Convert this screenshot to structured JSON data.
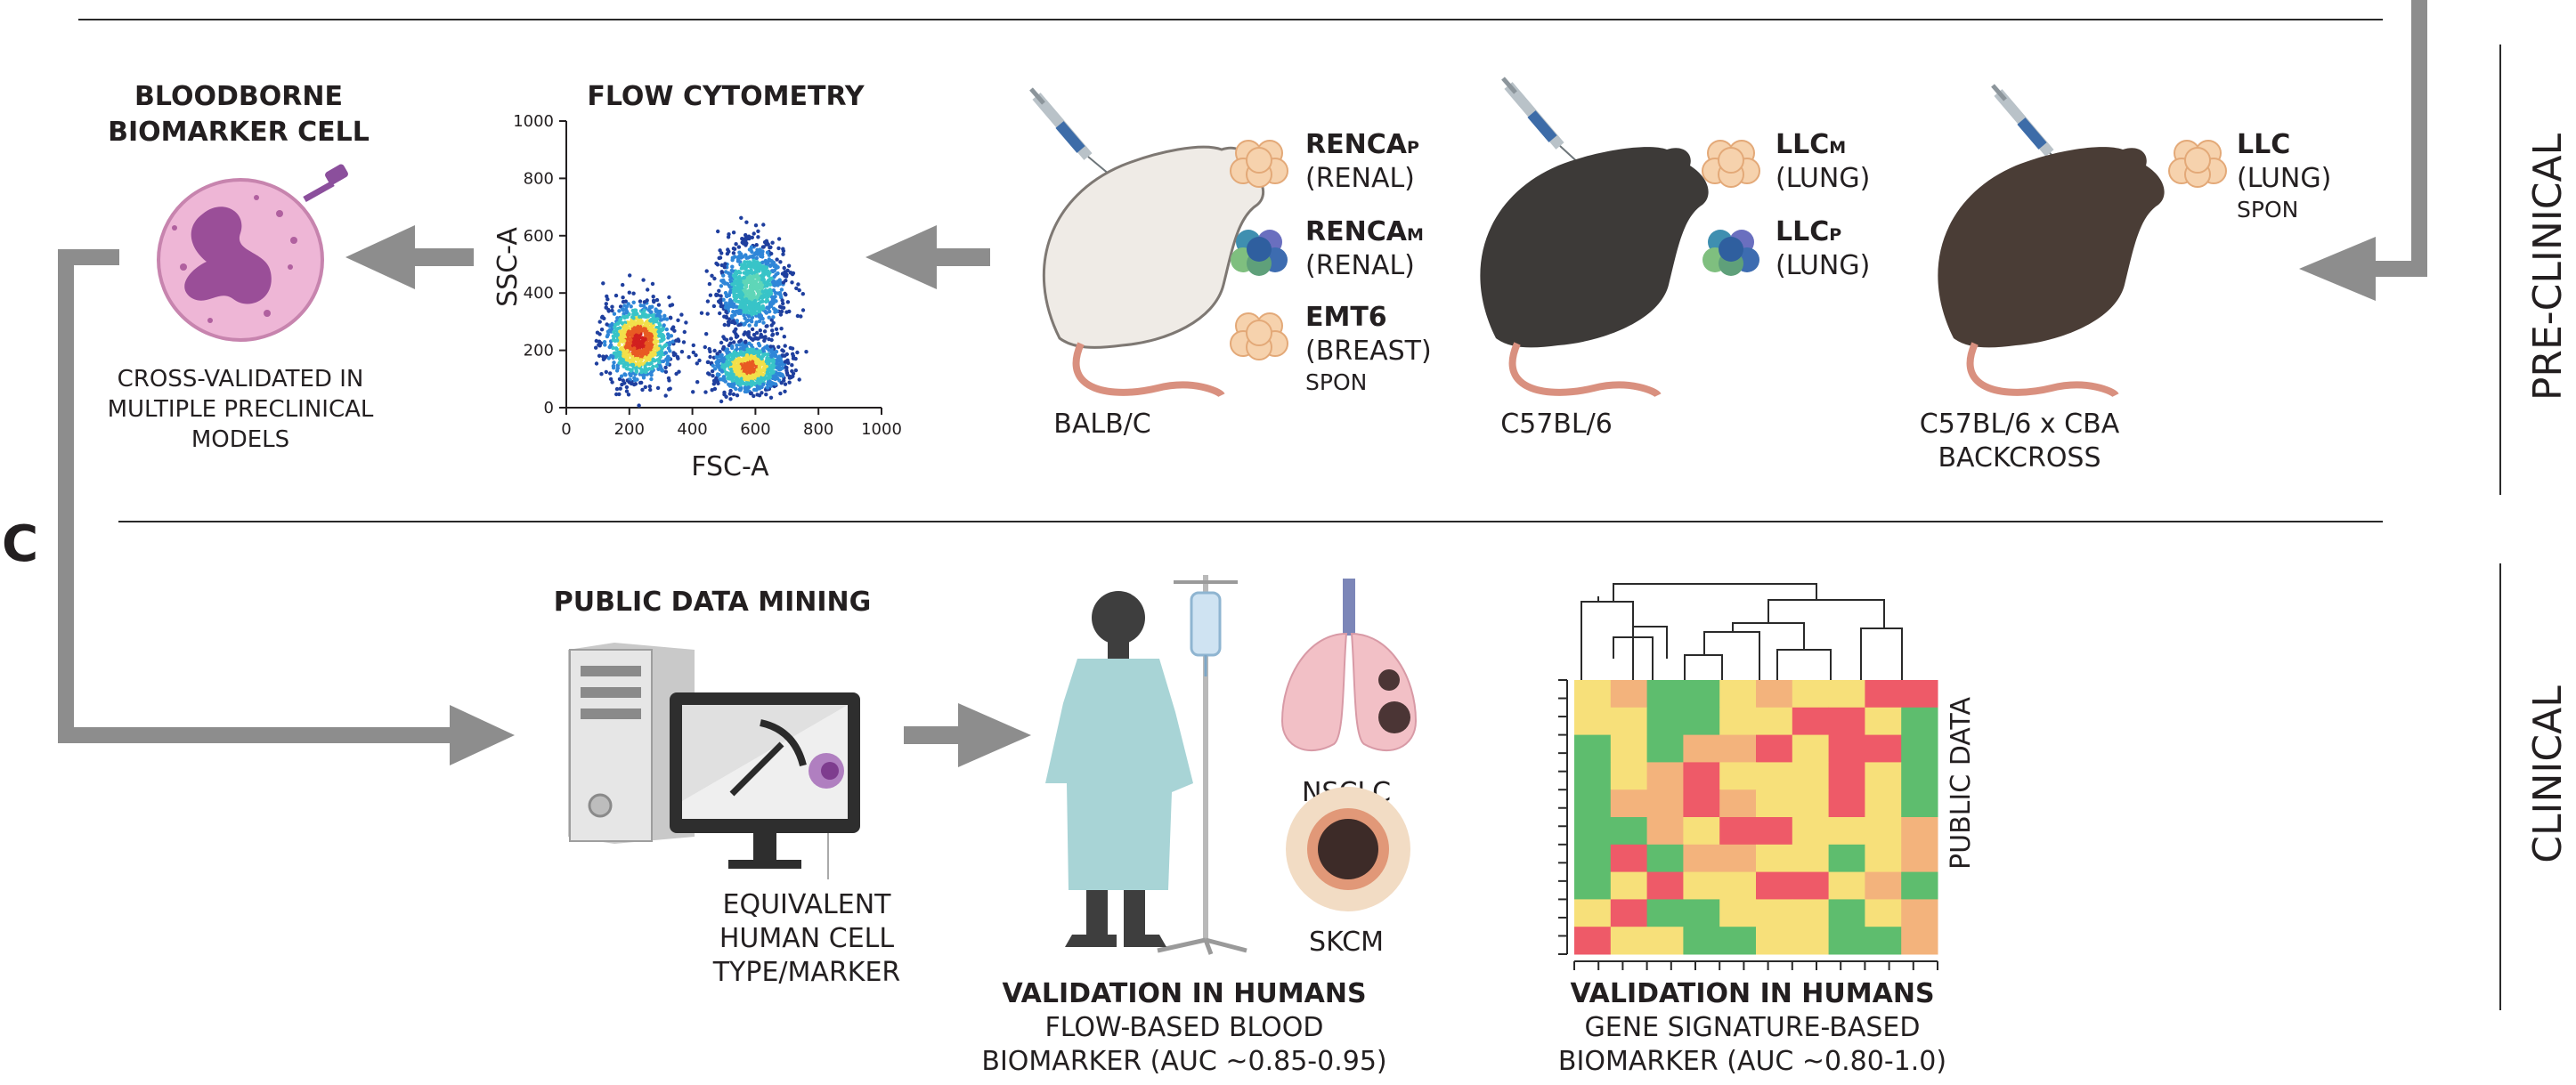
{
  "panel_letter": "C",
  "side_labels": {
    "preclinical": "PRE-CLINICAL",
    "clinical": "CLINICAL"
  },
  "biomarker": {
    "title_line1": "BLOODBORNE",
    "title_line2": "BIOMARKER CELL",
    "caption_line1": "CROSS-VALIDATED IN",
    "caption_line2": "MULTIPLE PRECLINICAL",
    "caption_line3": "MODELS"
  },
  "flow": {
    "title": "FLOW CYTOMETRY",
    "xlabel": "FSC-A",
    "ylabel": "SSC-A",
    "xticks": [
      "0",
      "200",
      "400",
      "600",
      "800",
      "1000"
    ],
    "yticks": [
      "0",
      "200",
      "400",
      "600",
      "800",
      "1000"
    ]
  },
  "chart_data": {
    "type": "scatter",
    "title": "FLOW CYTOMETRY",
    "xlabel": "FSC-A",
    "ylabel": "SSC-A",
    "xlim": [
      0,
      1000
    ],
    "ylim": [
      0,
      1000
    ],
    "series": [
      {
        "center": [
          230,
          230
        ],
        "spread": [
          55,
          70
        ],
        "n": 900,
        "level_colors": [
          "#1f3f9e",
          "#2f86d8",
          "#38c4c8",
          "#f2e04a",
          "#e85a23",
          "#d11f1f"
        ]
      },
      {
        "center": [
          590,
          420
        ],
        "spread": [
          55,
          80
        ],
        "n": 800,
        "level_colors": [
          "#1f3f9e",
          "#2f86d8",
          "#38c4c8",
          "#5fd6b8"
        ]
      },
      {
        "center": [
          580,
          140
        ],
        "spread": [
          60,
          45
        ],
        "n": 800,
        "level_colors": [
          "#1f3f9e",
          "#2f86d8",
          "#38c4c8",
          "#f2e04a",
          "#e85a23"
        ]
      }
    ]
  },
  "mice": [
    {
      "strain": "BALB/C",
      "color": "#efebe6",
      "tumors": [
        {
          "name": "RENCA",
          "sub": "P",
          "site": "(RENAL)",
          "note": ""
        },
        {
          "name": "RENCA",
          "sub": "M",
          "site": "(RENAL)",
          "note": ""
        },
        {
          "name": "EMT6",
          "sub": "",
          "site": "(BREAST)",
          "note": "SPON"
        }
      ]
    },
    {
      "strain": "C57BL/6",
      "color": "#3d3a38",
      "tumors": [
        {
          "name": "LLC",
          "sub": "M",
          "site": "(LUNG)",
          "note": ""
        },
        {
          "name": "LLC",
          "sub": "P",
          "site": "(LUNG)",
          "note": ""
        }
      ]
    },
    {
      "strain_line1": "C57BL/6 x CBA",
      "strain_line2": "BACKCROSS",
      "color": "#4a3d36",
      "tumors": [
        {
          "name": "LLC",
          "sub": "",
          "site": "(LUNG)",
          "note": "SPON"
        }
      ]
    }
  ],
  "mining": {
    "title": "PUBLIC DATA MINING",
    "caption_line1": "EQUIVALENT",
    "caption_line2": "HUMAN CELL",
    "caption_line3": "TYPE/MARKER"
  },
  "human": {
    "nsclc": "NSCLC",
    "skcm": "SKCM",
    "title": "VALIDATION IN HUMANS",
    "line1": "FLOW-BASED BLOOD",
    "line2": "BIOMARKER (AUC ~0.85-0.95)"
  },
  "heatmap": {
    "side_label": "PUBLIC DATA",
    "title": "VALIDATION IN HUMANS",
    "line1": "GENE SIGNATURE-BASED",
    "line2": "BIOMARKER (AUC ~0.80-1.0)",
    "palette": {
      "g": "#5ebd6e",
      "y": "#f7e07a",
      "o": "#f3b37c",
      "r": "#ee5a68"
    },
    "rows": [
      "yoggyoyyrr",
      "yyggyyrryg",
      "gygooryrrg",
      "gyoryyyryg",
      "gooroyyryg",
      "ggoyrryyyo",
      "grgooyygyo",
      "gyryyrryog",
      "yrggyyygyo",
      "ryyggyyggo"
    ]
  },
  "colors": {
    "arrow": "#8d8d8d",
    "rule": "#2a2a2a"
  }
}
